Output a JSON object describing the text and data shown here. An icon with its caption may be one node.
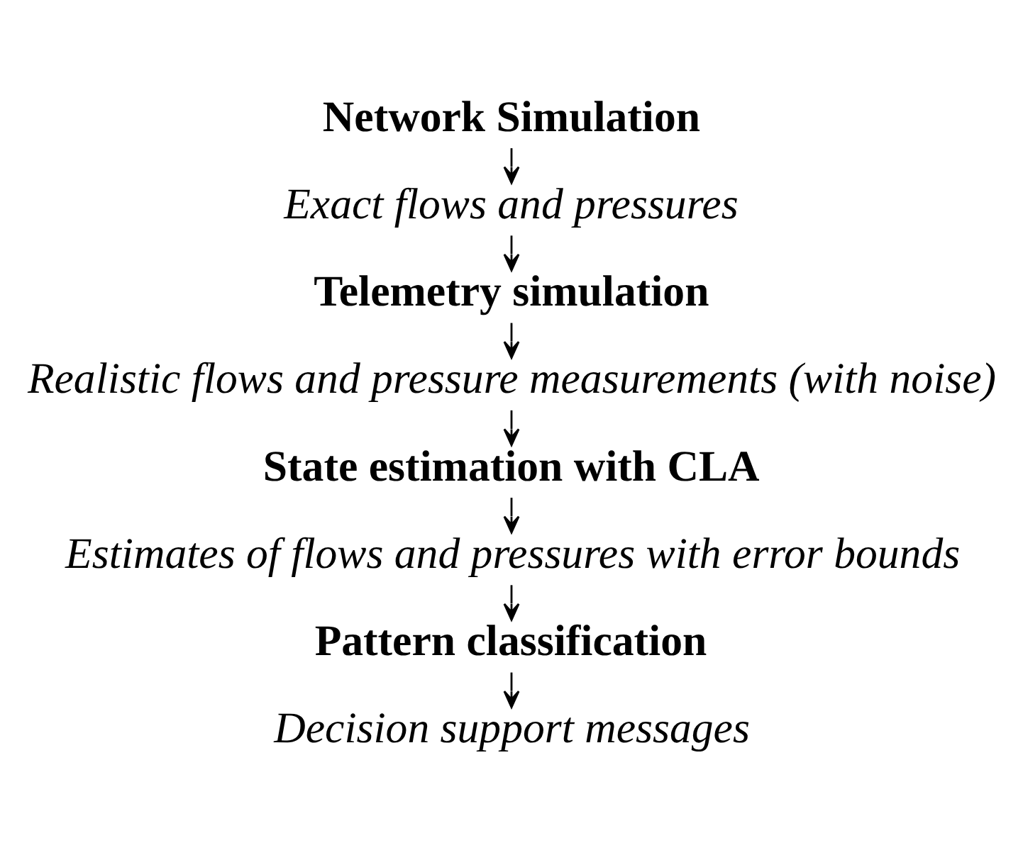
{
  "diagram": {
    "nodes": [
      {
        "text": [
          "Network Simulation"
        ]
      },
      {
        "text": [
          "Exact flows and pressures"
        ]
      },
      {
        "text": [
          "Telemetry simulation"
        ]
      },
      {
        "text": [
          "Realistic flows and pressure measurements (with noise)"
        ]
      },
      {
        "text": [
          "State estimation with CLA"
        ]
      },
      {
        "text": [
          "Estimates of flows and pressures with error bounds"
        ]
      },
      {
        "text": [
          "Pattern classification"
        ]
      },
      {
        "text": [
          "Decision support messages"
        ]
      }
    ],
    "edges": [
      {
        "from": 0,
        "to": 1,
        "arrow": "to"
      },
      {
        "from": 1,
        "to": 2,
        "arrow": "to"
      },
      {
        "from": 2,
        "to": 3,
        "arrow": "to"
      },
      {
        "from": 3,
        "to": 4,
        "arrow": "to"
      },
      {
        "from": 4,
        "to": 5,
        "arrow": "to"
      },
      {
        "from": 5,
        "to": 6,
        "arrow": "to"
      },
      {
        "from": 6,
        "to": 7,
        "arrow": "to"
      }
    ]
  }
}
